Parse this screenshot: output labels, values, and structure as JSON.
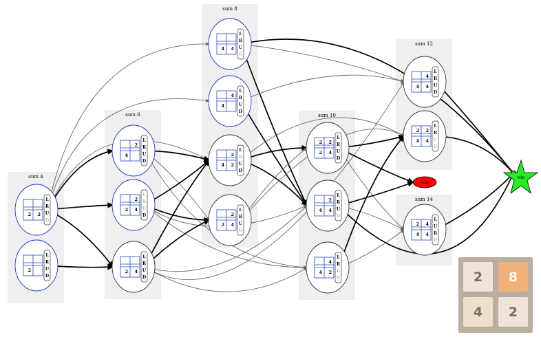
{
  "clusters": [
    {
      "id": "c4",
      "label": "sum 4"
    },
    {
      "id": "c6",
      "label": "sum 6"
    },
    {
      "id": "c8",
      "label": "sum 8"
    },
    {
      "id": "c10",
      "label": "sum 10"
    },
    {
      "id": "c12",
      "label": "sum 12"
    },
    {
      "id": "c14",
      "label": "sum 14"
    }
  ],
  "nodes": [
    {
      "id": "a1",
      "cluster": "c4",
      "border": "blue",
      "cells": [
        "",
        "",
        "2",
        "2"
      ],
      "moves": [
        [
          "L",
          true
        ],
        [
          "R",
          true
        ],
        [
          "U",
          true
        ],
        [
          "D",
          false
        ]
      ]
    },
    {
      "id": "a2",
      "cluster": "c4",
      "border": "blue",
      "cells": [
        "",
        "",
        "2",
        ""
      ],
      "moves": [
        [
          "L",
          true
        ],
        [
          "R",
          true
        ],
        [
          "U",
          true
        ],
        [
          "D",
          true
        ]
      ]
    },
    {
      "id": "b1",
      "cluster": "c6",
      "border": "blue",
      "cells": [
        "",
        "2",
        "4",
        ""
      ],
      "moves": [
        [
          "L",
          true
        ],
        [
          "R",
          true
        ],
        [
          "U",
          true
        ],
        [
          "D",
          true
        ]
      ]
    },
    {
      "id": "b2",
      "cluster": "c6",
      "border": "blue",
      "cells": [
        "",
        "2",
        "2",
        "4"
      ],
      "moves": [
        [
          "L",
          false
        ],
        [
          "R",
          false
        ],
        [
          "U",
          false
        ],
        [
          "D",
          true
        ]
      ]
    },
    {
      "id": "b3",
      "cluster": "c6",
      "border": "dark",
      "cells": [
        "",
        "",
        "2",
        "4"
      ],
      "moves": [
        [
          "L",
          true
        ],
        [
          "R",
          true
        ],
        [
          "U",
          true
        ],
        [
          "D",
          true
        ]
      ]
    },
    {
      "id": "c1",
      "cluster": "c8",
      "border": "blue",
      "cells": [
        "",
        "",
        "4",
        "4"
      ],
      "moves": [
        [
          "L",
          true
        ],
        [
          "R",
          true
        ],
        [
          "U",
          true
        ],
        [
          "D",
          false
        ]
      ]
    },
    {
      "id": "c2",
      "cluster": "c8",
      "border": "blue",
      "cells": [
        "",
        "4",
        "4",
        ""
      ],
      "moves": [
        [
          "L",
          true
        ],
        [
          "R",
          true
        ],
        [
          "U",
          true
        ],
        [
          "D",
          true
        ]
      ]
    },
    {
      "id": "c3",
      "cluster": "c8",
      "border": "dark",
      "cells": [
        "",
        "2",
        "4",
        "2"
      ],
      "moves": [
        [
          "L",
          true
        ],
        [
          "R",
          false
        ],
        [
          "U",
          true
        ],
        [
          "D",
          true
        ]
      ]
    },
    {
      "id": "c4n",
      "cluster": "c8",
      "border": "dark",
      "cells": [
        "",
        "2",
        "2",
        "4"
      ],
      "moves": [
        [
          "L",
          true
        ],
        [
          "R",
          true
        ],
        [
          "U",
          true
        ],
        [
          "D",
          false
        ]
      ]
    },
    {
      "id": "d1",
      "cluster": "c10",
      "border": "dark",
      "cells": [
        "2",
        "2",
        "2",
        "4"
      ],
      "moves": [
        [
          "L",
          true
        ],
        [
          "R",
          true
        ],
        [
          "U",
          true
        ],
        [
          "D",
          true
        ]
      ]
    },
    {
      "id": "d2",
      "cluster": "c10",
      "border": "dark",
      "cells": [
        "",
        "2",
        "4",
        "4"
      ],
      "moves": [
        [
          "L",
          true
        ],
        [
          "R",
          true
        ],
        [
          "U",
          true
        ],
        [
          "D",
          false
        ]
      ]
    },
    {
      "id": "d3",
      "cluster": "c10",
      "border": "dark",
      "cells": [
        "",
        "4",
        "4",
        "2"
      ],
      "moves": [
        [
          "L",
          true
        ],
        [
          "R",
          true
        ],
        [
          "U",
          false
        ],
        [
          "D",
          false
        ]
      ]
    },
    {
      "id": "e1",
      "cluster": "c12",
      "border": "dark",
      "cells": [
        "",
        "4",
        "4",
        "4"
      ],
      "moves": [
        [
          "L",
          true
        ],
        [
          "R",
          true
        ],
        [
          "U",
          true
        ],
        [
          "D",
          true
        ]
      ]
    },
    {
      "id": "e2",
      "cluster": "c12",
      "border": "dark",
      "cells": [
        "2",
        "2",
        "4",
        "4"
      ],
      "moves": [
        [
          "L",
          true
        ],
        [
          "R",
          true
        ],
        [
          "U",
          false
        ],
        [
          "D",
          false
        ]
      ]
    },
    {
      "id": "f1",
      "cluster": "c14",
      "border": "dark",
      "cells": [
        "2",
        "4",
        "4",
        "4"
      ],
      "moves": [
        [
          "L",
          true
        ],
        [
          "U",
          true
        ],
        [
          "R",
          true
        ],
        [
          "D",
          false
        ]
      ]
    }
  ],
  "terminals": {
    "lose": "lose",
    "win": "win"
  },
  "logo": {
    "tiles": [
      {
        "value": "2",
        "bg": "#eee4da",
        "fg": "#776e65"
      },
      {
        "value": "8",
        "bg": "#f2b179",
        "fg": "#f9f6f2"
      },
      {
        "value": "4",
        "bg": "#ede0c8",
        "fg": "#776e65"
      },
      {
        "value": "2",
        "bg": "#eee4da",
        "fg": "#776e65"
      }
    ],
    "board_color": "#bbada0"
  },
  "colors": {
    "blue_border": "#2233dd",
    "dark_border": "#333333",
    "lose": "#ff0000",
    "win": "#22ee22"
  }
}
